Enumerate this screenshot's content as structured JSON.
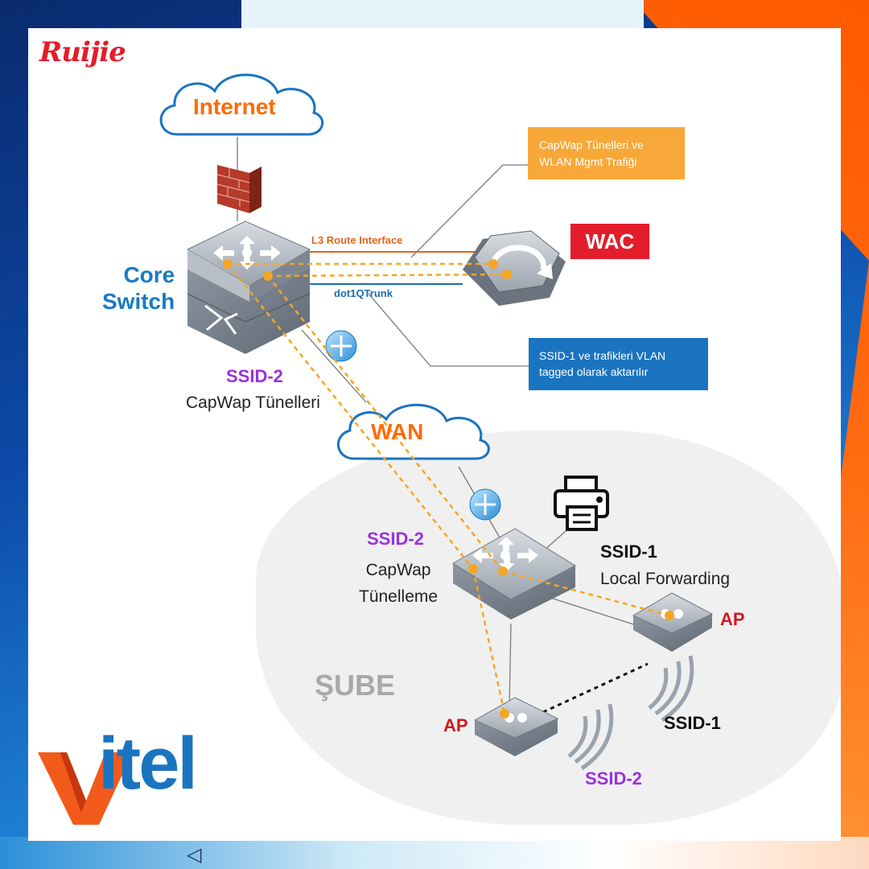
{
  "brand": {
    "ruijie": "Ruijie",
    "vitel": "itel"
  },
  "labels": {
    "internet": "Internet",
    "wan": "WAN",
    "core_switch_line1": "Core",
    "core_switch_line2": "Switch",
    "l3_route": "L3 Route Interface",
    "dot1q": "dot1QTrunk",
    "wac": "WAC",
    "capwap_box_line1": "CapWap Tünelleri ve",
    "capwap_box_line2": "WLAN Mgmt Trafiği",
    "ssid_box_line1": "SSID-1 ve trafikleri VLAN",
    "ssid_box_line2": "tagged olarak aktarılır",
    "ssid2_top": "SSID-2",
    "capwap_tunnels": "CapWap Tünelleri",
    "ssid2_mid": "SSID-2",
    "capwap_line1": "CapWap",
    "capwap_line2": "Tünelleme",
    "ssid1_header": "SSID-1",
    "local_forwarding": "Local Forwarding",
    "ap_right": "AP",
    "ap_left": "AP",
    "sube": "ŞUBE",
    "ssid1_bottom": "SSID-1",
    "ssid2_bottom": "SSID-2"
  },
  "colors": {
    "orange": "#ff6a00",
    "blue": "#1a74c0",
    "purple": "#9b30e0",
    "red": "#e31d2b",
    "tunnel": "#f5a623"
  },
  "nav": {
    "prev_icon": "◁"
  }
}
